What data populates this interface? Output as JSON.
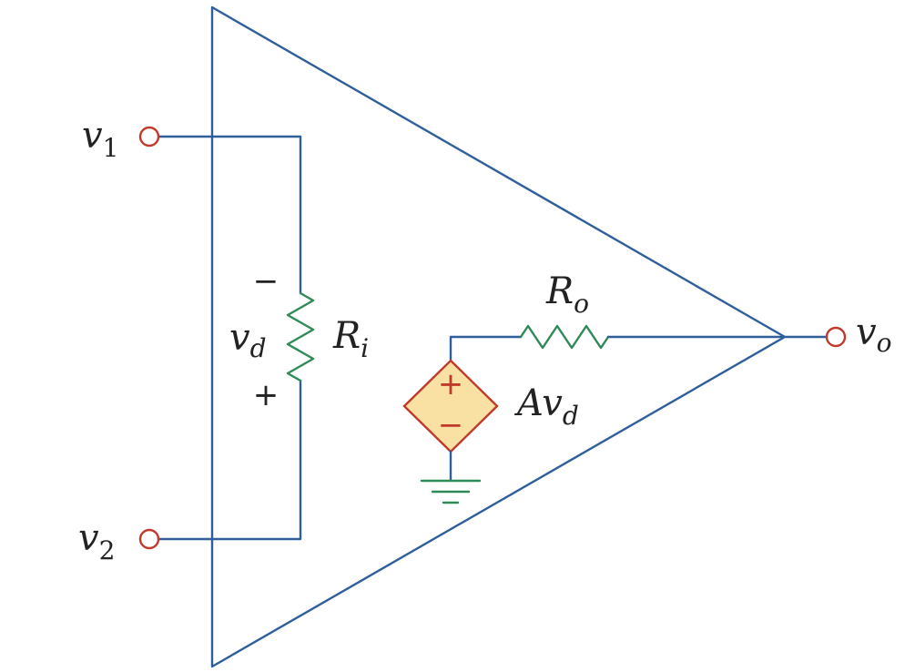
{
  "colors": {
    "wire": "#2f5f9a",
    "resistor": "#2e8b57",
    "terminal": "#c0392b",
    "source_fill": "#f9e0a3",
    "source_stroke": "#c0392b",
    "ground": "#2e8b57",
    "text": "#222222"
  },
  "labels": {
    "v1": {
      "main": "v",
      "sub": "1"
    },
    "v2": {
      "main": "v",
      "sub": "2"
    },
    "vo": {
      "main": "v",
      "sub": "o"
    },
    "vd": {
      "main": "v",
      "sub": "d"
    },
    "ri": {
      "main": "R",
      "sub": "i"
    },
    "ro": {
      "main": "R",
      "sub": "o"
    },
    "gain": {
      "main": "Av",
      "sub": "d"
    },
    "vd_minus": "−",
    "vd_plus": "+",
    "source_plus": "+",
    "source_minus": "−"
  }
}
